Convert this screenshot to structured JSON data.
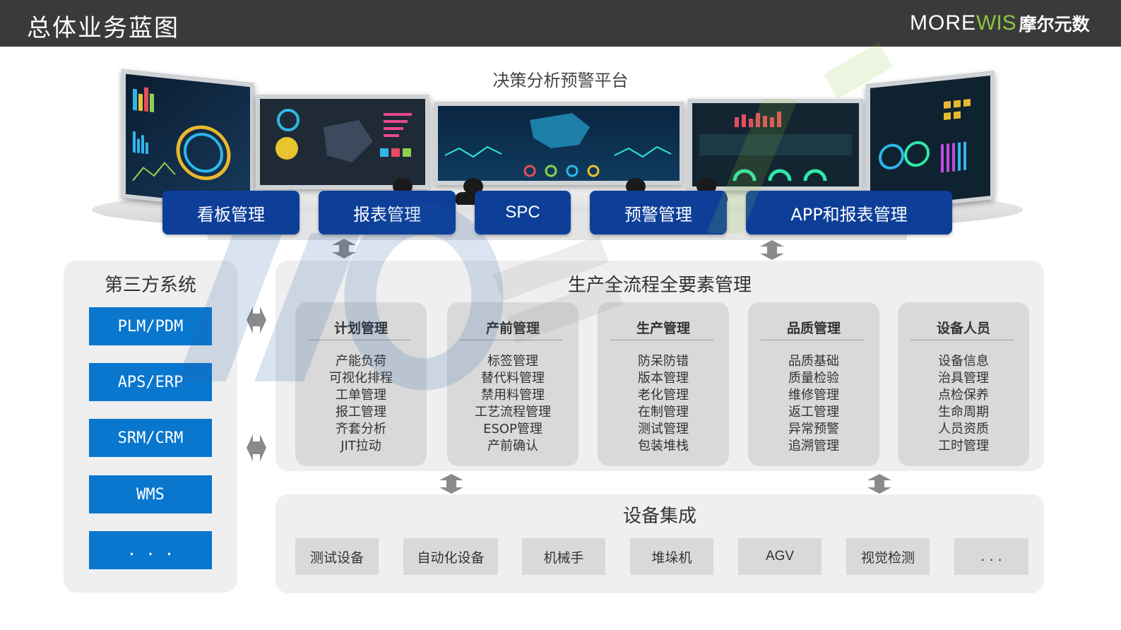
{
  "header": {
    "title": "总体业务蓝图",
    "logo_text": "MOREWIS",
    "logo_text_main": "MORE",
    "logo_text_accent": "WIS",
    "logo_cn": "摩尔元数"
  },
  "platform": {
    "title": "决策分析预警平台",
    "modules": [
      "看板管理",
      "报表管理",
      "SPC",
      "预警管理",
      "APP和报表管理"
    ]
  },
  "third_party": {
    "title": "第三方系统",
    "systems": [
      "PLM/PDM",
      "APS/ERP",
      "SRM/CRM",
      "WMS",
      ". . ."
    ]
  },
  "production": {
    "title": "生产全流程全要素管理",
    "columns": [
      {
        "title": "计划管理",
        "items": [
          "产能负荷",
          "可视化排程",
          "工单管理",
          "报工管理",
          "齐套分析",
          "JIT拉动"
        ]
      },
      {
        "title": "产前管理",
        "items": [
          "标签管理",
          "替代料管理",
          "禁用料管理",
          "工艺流程管理",
          "ESOP管理",
          "产前确认"
        ]
      },
      {
        "title": "生产管理",
        "items": [
          "防呆防错",
          "版本管理",
          "老化管理",
          "在制管理",
          "测试管理",
          "包装堆栈"
        ]
      },
      {
        "title": "品质管理",
        "items": [
          "品质基础",
          "质量检验",
          "维修管理",
          "返工管理",
          "异常预警",
          "追溯管理"
        ]
      },
      {
        "title": "设备人员",
        "items": [
          "设备信息",
          "治具管理",
          "点检保养",
          "生命周期",
          "人员资质",
          "工时管理"
        ]
      }
    ]
  },
  "devices": {
    "title": "设备集成",
    "items": [
      "测试设备",
      "自动化设备",
      "机械手",
      "堆垛机",
      "AGV",
      "视觉检测",
      ". . ."
    ]
  },
  "colors": {
    "header_bg": "#3a3a3a",
    "module_blue": "#0d3f99",
    "system_blue": "#0a77cf",
    "accent_green": "#8cc63f",
    "panel_gray": "#efefef",
    "box_gray": "#d9d9d9"
  }
}
